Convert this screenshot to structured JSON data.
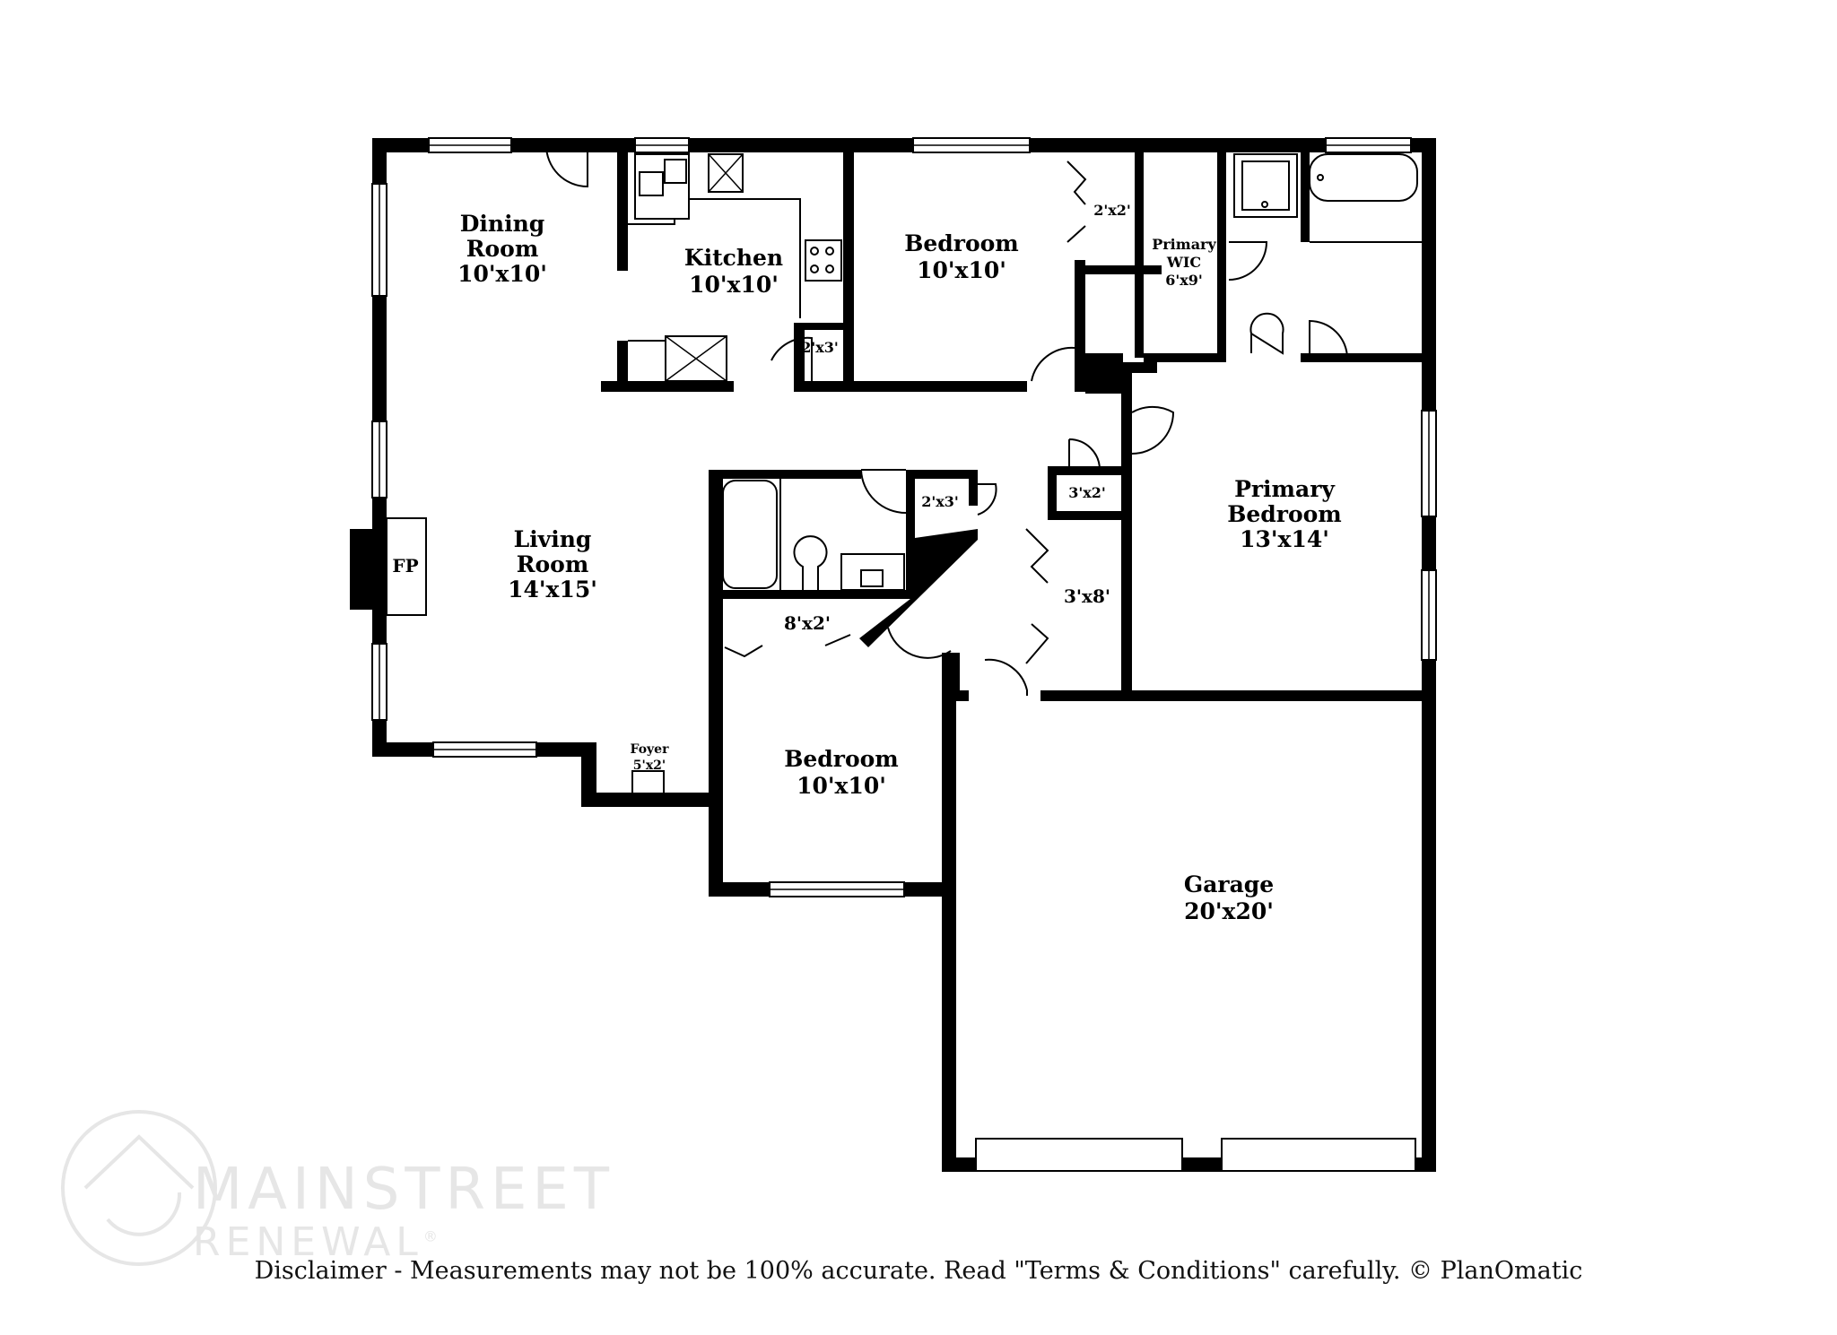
{
  "rooms": {
    "dining": {
      "name": "Dining\nRoom",
      "line1": "Dining",
      "line2": "Room",
      "size": "10'x10'"
    },
    "kitchen": {
      "line1": "Kitchen",
      "size": "10'x10'"
    },
    "bedroom_top": {
      "line1": "Bedroom",
      "size": "10'x10'"
    },
    "closet_2x2": {
      "size": "2'x2'"
    },
    "primary_wic": {
      "line1": "Primary",
      "line2": "WIC",
      "size": "6'x9'"
    },
    "pantry_2x3": {
      "size": "2'x3'"
    },
    "living": {
      "line1": "Living",
      "line2": "Room",
      "size": "14'x15'"
    },
    "fireplace": {
      "label": "FP"
    },
    "linen_2x3": {
      "size": "2'x3'"
    },
    "closet_3x2": {
      "size": "3'x2'"
    },
    "primary_bedroom": {
      "line1": "Primary",
      "line2": "Bedroom",
      "size": "13'x14'"
    },
    "closet_8x2": {
      "size": "8'x2'"
    },
    "closet_3x8": {
      "size": "3'x8'"
    },
    "foyer": {
      "line1": "Foyer",
      "size": "5'x2'"
    },
    "bedroom_bottom": {
      "line1": "Bedroom",
      "size": "10'x10'"
    },
    "garage": {
      "line1": "Garage",
      "size": "20'x20'"
    }
  },
  "watermark": {
    "line1": "MAINSTREET",
    "line2": "RENEWAL",
    "mark": "®"
  },
  "disclaimer": "Disclaimer - Measurements may not be 100% accurate. Read \"Terms & Conditions\" carefully. © PlanOmatic",
  "colors": {
    "wall": "#000000",
    "background": "#ffffff",
    "watermark": "#e6e6e6"
  }
}
